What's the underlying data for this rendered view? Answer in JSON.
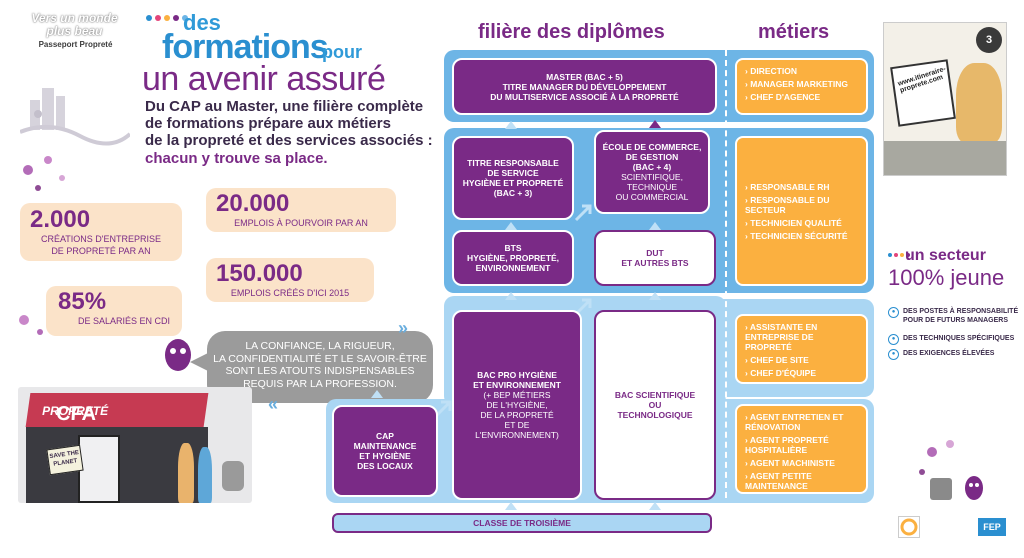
{
  "slogan": {
    "line1": "Vers un monde",
    "line2": "plus beau",
    "sub": "Passeport Propreté"
  },
  "heading": {
    "des": "des",
    "formations": "formations",
    "pour": "pour",
    "avenir": "un avenir assuré"
  },
  "intro": {
    "line1": "Du CAP au Master, une filière complète",
    "line2": "de formations prépare aux métiers",
    "line3": "de la propreté et des services associés :",
    "highlight": "chacun y trouve sa place."
  },
  "stats": [
    {
      "value": "2.000",
      "label1": "CRÉATIONS D'ENTREPRISE",
      "label2": "DE PROPRETÉ PAR AN"
    },
    {
      "value": "20.000",
      "label1": "EMPLOIS À POURVOIR PAR AN",
      "label2": ""
    },
    {
      "value": "150.000",
      "label1": "EMPLOIS CRÉÉS D'ICI 2015",
      "label2": ""
    },
    {
      "value": "85%",
      "label1": "DE SALARIÉS EN CDI",
      "label2": ""
    }
  ],
  "quote": {
    "line1": "LA CONFIANCE, LA RIGUEUR,",
    "line2": "LA CONFIDENTIALITÉ ET LE SAVOIR-ÊTRE",
    "line3": "SONT LES ATOUTS INDISPENSABLES",
    "line4": "REQUIS PAR LA PROFESSION.",
    "chevron_right": "»",
    "chevron_left": "«"
  },
  "cfa": {
    "word1": "CFA",
    "word2": "PROPRETÉ",
    "sign": "SAVE THE PLANET"
  },
  "columns": {
    "diplomes": "filière des diplômes",
    "metiers": "métiers"
  },
  "diplomas": {
    "master": {
      "l1": "MASTER (BAC + 5)",
      "l2": "TITRE MANAGER DU DÉVELOPPEMENT",
      "l3": "DU MULTISERVICE ASSOCIÉ À LA PROPRETÉ"
    },
    "titre": {
      "l1": "TITRE RESPONSABLE",
      "l2": "DE SERVICE",
      "l3": "HYGIÈNE ET PROPRETÉ",
      "l4": "(BAC + 3)"
    },
    "ecole": {
      "l1": "ÉCOLE DE COMMERCE,",
      "l2": "DE GESTION",
      "l3": "(BAC + 4)",
      "l4": "SCIENTIFIQUE, TECHNIQUE",
      "l5": "OU COMMERCIAL"
    },
    "bts": {
      "l1": "BTS",
      "l2": "HYGIÈNE, PROPRETÉ,",
      "l3": "ENVIRONNEMENT"
    },
    "dut": {
      "l1": "DUT",
      "l2": "ET AUTRES BTS"
    },
    "bacpro": {
      "l1": "BAC PRO HYGIÈNE",
      "l2": "ET ENVIRONNEMENT",
      "l3": "(+ BEP MÉTIERS",
      "l4": "DE L'HYGIÈNE,",
      "l5": "DE LA PROPRETÉ",
      "l6": "ET DE",
      "l7": "L'ENVIRONNEMENT)"
    },
    "bacsci": {
      "l1": "BAC SCIENTIFIQUE",
      "l2": "OU",
      "l3": "TECHNOLOGIQUE"
    },
    "cap": {
      "l1": "CAP",
      "l2": "MAINTENANCE",
      "l3": "ET HYGIÈNE",
      "l4": "DES LOCAUX"
    },
    "troisieme": "CLASSE DE TROISIÈME"
  },
  "metiers": {
    "group1": [
      "DIRECTION",
      "MANAGER MARKETING",
      "CHEF D'AGENCE"
    ],
    "group2": [
      "RESPONSABLE RH",
      "RESPONSABLE DU SECTEUR",
      "TECHNICIEN QUALITÉ",
      "TECHNICIEN SÉCURITÉ"
    ],
    "group3": [
      "ASSISTANTE EN ENTREPRISE DE PROPRETÉ",
      "CHEF DE SITE",
      "CHEF D'ÉQUIPE"
    ],
    "group4": [
      "AGENT ENTRETIEN ET RÉNOVATION",
      "AGENT PROPRETÉ HOSPITALIÈRE",
      "AGENT MACHINISTE",
      "AGENT PETITE MAINTENANCE"
    ]
  },
  "comic": {
    "badge": "3",
    "url": "www.itineraire-proprete.com"
  },
  "secteur": {
    "line1": "un secteur",
    "line2": "100% jeune"
  },
  "facts": [
    {
      "l1": "DES POSTES À RESPONSABILITÉ",
      "l2": "POUR DE FUTURS MANAGERS"
    },
    {
      "l1": "DES TECHNIQUES SPÉCIFIQUES",
      "l2": ""
    },
    {
      "l1": "DES EXIGENCES ÉLEVÉES",
      "l2": ""
    }
  ],
  "logos": {
    "fep": "FEP"
  },
  "colors": {
    "purple": "#7a2a86",
    "blue": "#2a8fd0",
    "lightblue": "#aad6f3",
    "orange": "#fbb040",
    "peach": "#fbe3c9"
  }
}
